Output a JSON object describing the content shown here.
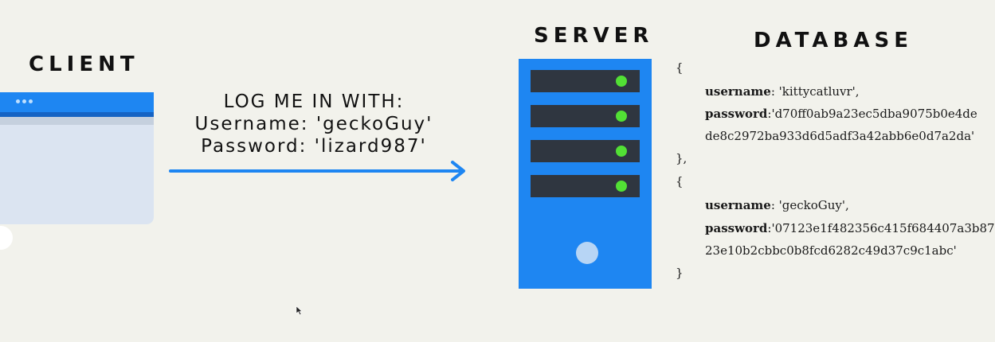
{
  "headings": {
    "client": "CLIENT",
    "server": "SERVER",
    "database": "DATABASE"
  },
  "message": {
    "line1": "LOG ME IN WITH:",
    "line2": "Username: 'geckoGuy'",
    "line3": "Password: 'lizard987'"
  },
  "database": {
    "open_brace_1": "{",
    "record1": {
      "username_label": "username",
      "username_value": ": 'kittycatluvr',",
      "password_label": "password",
      "password_line1": ":'d70ff0ab9a23ec5dba9075b0e4de",
      "password_line2": "de8c2972ba933d6d5adf3a42abb6e0d7a2da'"
    },
    "close_brace_1": "},",
    "open_brace_2": "{",
    "record2": {
      "username_label": "username",
      "username_value": ": 'geckoGuy',",
      "password_label": "password",
      "password_line1": ":'07123e1f482356c415f684407a3b87",
      "password_line2": "23e10b2cbbc0b8fcd6282c49d37c9c1abc'"
    },
    "close_brace_2": "}"
  },
  "icons": {
    "client": "browser-window-icon",
    "server": "server-tower-icon",
    "arrow": "arrow-right-icon"
  },
  "colors": {
    "background": "#f2f2ec",
    "accent_blue": "#1e86f2",
    "drive_dark": "#2f3640",
    "status_green": "#52e035"
  }
}
